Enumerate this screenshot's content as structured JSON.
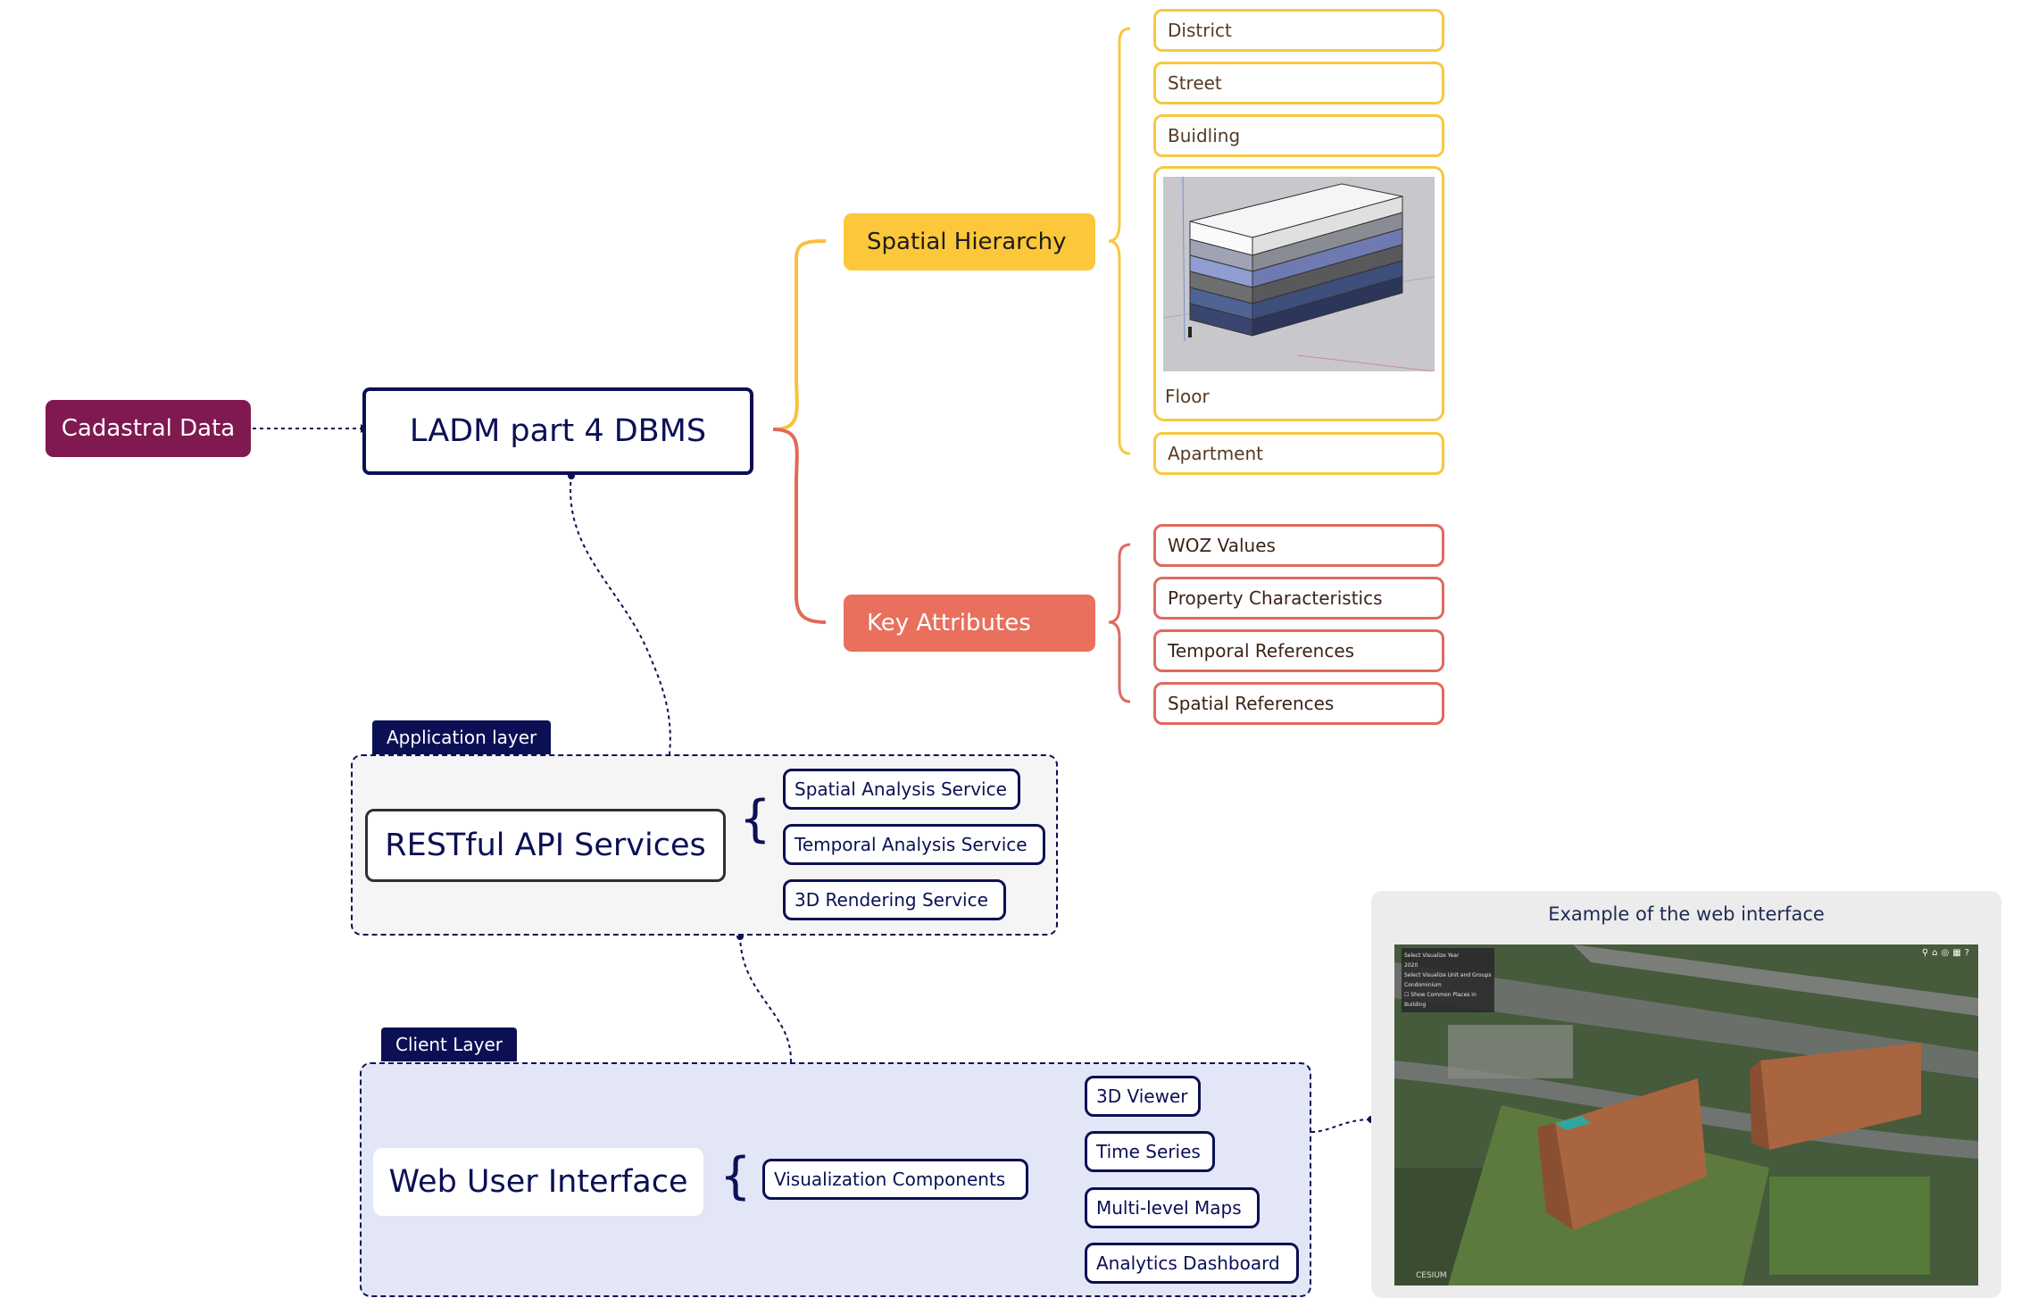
{
  "root": {
    "source_label": "Cadastral Data",
    "dbms_label": "LADM part 4 DBMS"
  },
  "spatial_hierarchy": {
    "label": "Spatial Hierarchy",
    "items": [
      "District",
      "Street",
      "Buidling",
      "Floor",
      "Apartment"
    ]
  },
  "key_attributes": {
    "label": "Key Attributes",
    "items": [
      "WOZ Values",
      "Property Characteristics",
      "Temporal References",
      "Spatial References"
    ]
  },
  "application_layer": {
    "tag": "Application layer",
    "main": "RESTful API Services",
    "services": [
      "Spatial Analysis Service",
      "Temporal Analysis Service",
      "3D Rendering Service"
    ]
  },
  "client_layer": {
    "tag": "Client Layer",
    "main": "Web User Interface",
    "component": "Visualization Components",
    "subcomponents": [
      "3D Viewer",
      "Time Series",
      "Multi-level Maps",
      "Analytics Dashboard"
    ]
  },
  "example": {
    "title": "Example of the web interface",
    "panel_title": "Select Visualize Year",
    "panel_year": "2020",
    "panel_option": "Select Visualize Unit and Groups",
    "panel_dropdown": "Condominium",
    "panel_checkbox": "Show Common Places in Building",
    "logo": "CESIUM"
  },
  "colors": {
    "navy": "#0b1055",
    "cadastral": "#80194f",
    "spatial": "#fcc73a",
    "key_attr": "#e8705d",
    "client_bg": "#e3e6f6",
    "app_bg": "#f5f5f5"
  }
}
